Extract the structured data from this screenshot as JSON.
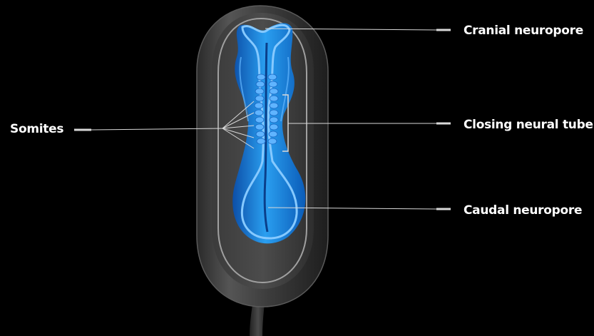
{
  "labels": {
    "cranial_neuropore": "Cranial neuropore",
    "closing_neural_tube": "Closing neural tube",
    "caudal_neuropore": "Caudal neuropore",
    "somites": "Somites"
  },
  "colors": {
    "background": "#000000",
    "outer_shell": "#3a3a3a",
    "inner_rim": "#9a9a9a",
    "neural_plate": "#1e8fe0",
    "neural_fold": "#7cc3ff",
    "leader_line": "#d8d8d8",
    "label_text": "#ffffff"
  }
}
